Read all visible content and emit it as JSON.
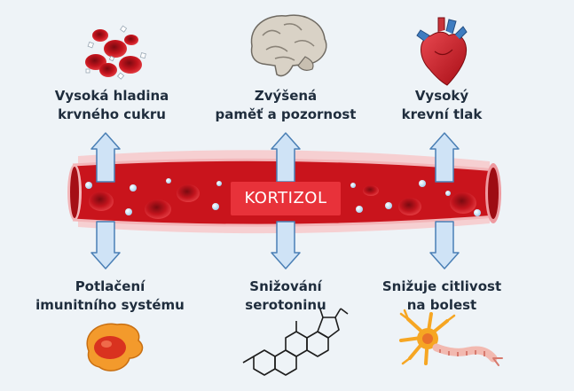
{
  "center": {
    "label": "KORTIZOL"
  },
  "effects": {
    "top_left": {
      "line1": "Vysoká hladina",
      "line2": "krvného cukru",
      "icon": "blood-cells-icon"
    },
    "top_mid": {
      "line1": "Zvýšená",
      "line2": "paměť a pozornost",
      "icon": "brain-icon"
    },
    "top_right": {
      "line1": "Vysoký",
      "line2": "krevní tlak",
      "icon": "heart-icon"
    },
    "bottom_left": {
      "line1": "Potlačení",
      "line2": "imunitního systému",
      "icon": "immune-cell-icon"
    },
    "bottom_mid": {
      "line1": "Snižování",
      "line2": "serotoninu",
      "icon": "molecule-icon"
    },
    "bottom_right": {
      "line1": "Snižuje citlivost",
      "line2": "na bolest",
      "icon": "neuron-icon"
    }
  },
  "colors": {
    "vessel": "#c9141c",
    "vessel_wall": "#f4c2c4",
    "blood_cell": "#b5121b",
    "cortisol_badge": "#e8323a",
    "arrow_fill": "#cfe3f6",
    "arrow_stroke": "#4a7fb5",
    "text": "#1f2d3d"
  }
}
